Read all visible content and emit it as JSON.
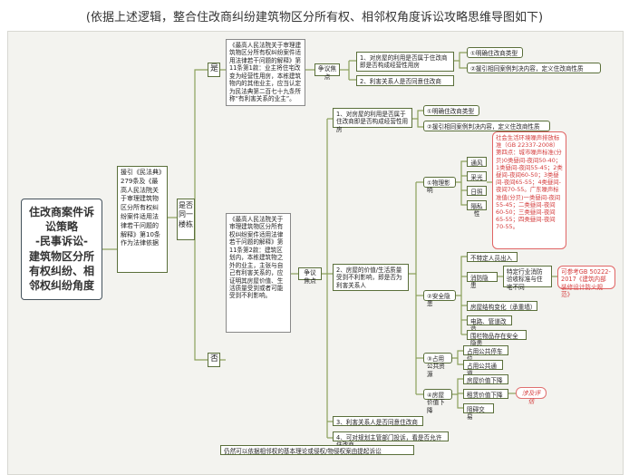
{
  "caption": "(依据上述逻辑，整合住改商纠纷建筑物区分所有权、相邻权角度诉讼攻略思维导图如下)",
  "root": "住改商案件诉讼策略\n-民事诉讼-\n建筑物区分所有权纠纷、相邻权纠纷角度",
  "basis": "援引《民法典》279条及《最高人民法院关于审理建筑物区分所有权纠纷案件适用法律若干问题的解释》第10条作为法律依据",
  "same_building": "是否同一楼栋",
  "yes": "是",
  "no": "否",
  "yes_branch": {
    "quote": "《最高人民法院关于审理建筑物区分所有权纠纷案件适用法律若干问题的解释》第11条第1款：业主将住宅改变为经营性用房，本栋建筑物内的其他业主，应当认定为民法典第二百七十九条所称“有利害关系的业主”。",
    "focus": "争议焦点",
    "items": [
      "1、对房屋的利用是否属于住改商即是否构成经营性用房",
      "2、利害关系人是否同意住改商"
    ],
    "subs": [
      "①明确住改商类型",
      "②援引相同案例判决内容，定义住改商性质"
    ]
  },
  "no_branch": {
    "quote": "《最高人民法院关于审理建筑物区分所有权纠纷案件适用法律若干问题的解释》第11条第2款：建筑区划内，本栋建筑物之外的业主，主张与自己有利害关系的，应证明其房屋价值、生活质量受到或者可能受到不利影响。",
    "focus": "争议焦点",
    "item1": "1、对房屋的利用是否属于住改商即是否构成经营性用房",
    "item1_subs": [
      "①明确住改商类型",
      "②援引相同案例判决内容，定义住改商性质"
    ],
    "item2": "2、房屋的价值/生活质量受到不利影响，即是否为利害关系人",
    "physical": "①物理影响",
    "physical_items": [
      "通风",
      "采光",
      "日照",
      "隔私性"
    ],
    "noise_std": "社会生活环境噪声排放标准（GB 22337-2008）第四点：城市噪声标准(分贝)0类昼间-夜间50-40；1类昼间-夜间55-45；2类昼间-夜间60-50；3类昼间-夜间65-55；4类昼间-夜间70-55。广东噪声标准值(分贝)一类昼间-夜间55-45；二类昼间-夜间60-50；三类昼间-夜间65-55；四类昼间-夜间70-55。",
    "safety": "②安全隐患",
    "safety_items": [
      "不特定人员出入",
      "消防隐患",
      "房屋结构变化（承重墙）",
      "电路、管道改造",
      "围栏物品存在安全隐患"
    ],
    "fire_detail": "特定行业消防验收标准与住宅不同",
    "fire_ref": "可参考GB 50222-2017《建筑内部装修设计防火规范》",
    "public": "③占用公共资源",
    "public_items": [
      "占用公共停车位",
      "占用公共通道"
    ],
    "value": "④房屋价值下降",
    "value_items": [
      "房屋价值下降",
      "租赁价值下降",
      "阻碍交易"
    ],
    "appraisal": "涉及评估",
    "item3": "3、利害关系人是否同意住改商",
    "item4": "4、可对规划主管部门投诉，看是否允许住改商"
  },
  "footer": "仍然可以依据相邻权的基本理论或侵权/物侵权案由提起诉讼"
}
